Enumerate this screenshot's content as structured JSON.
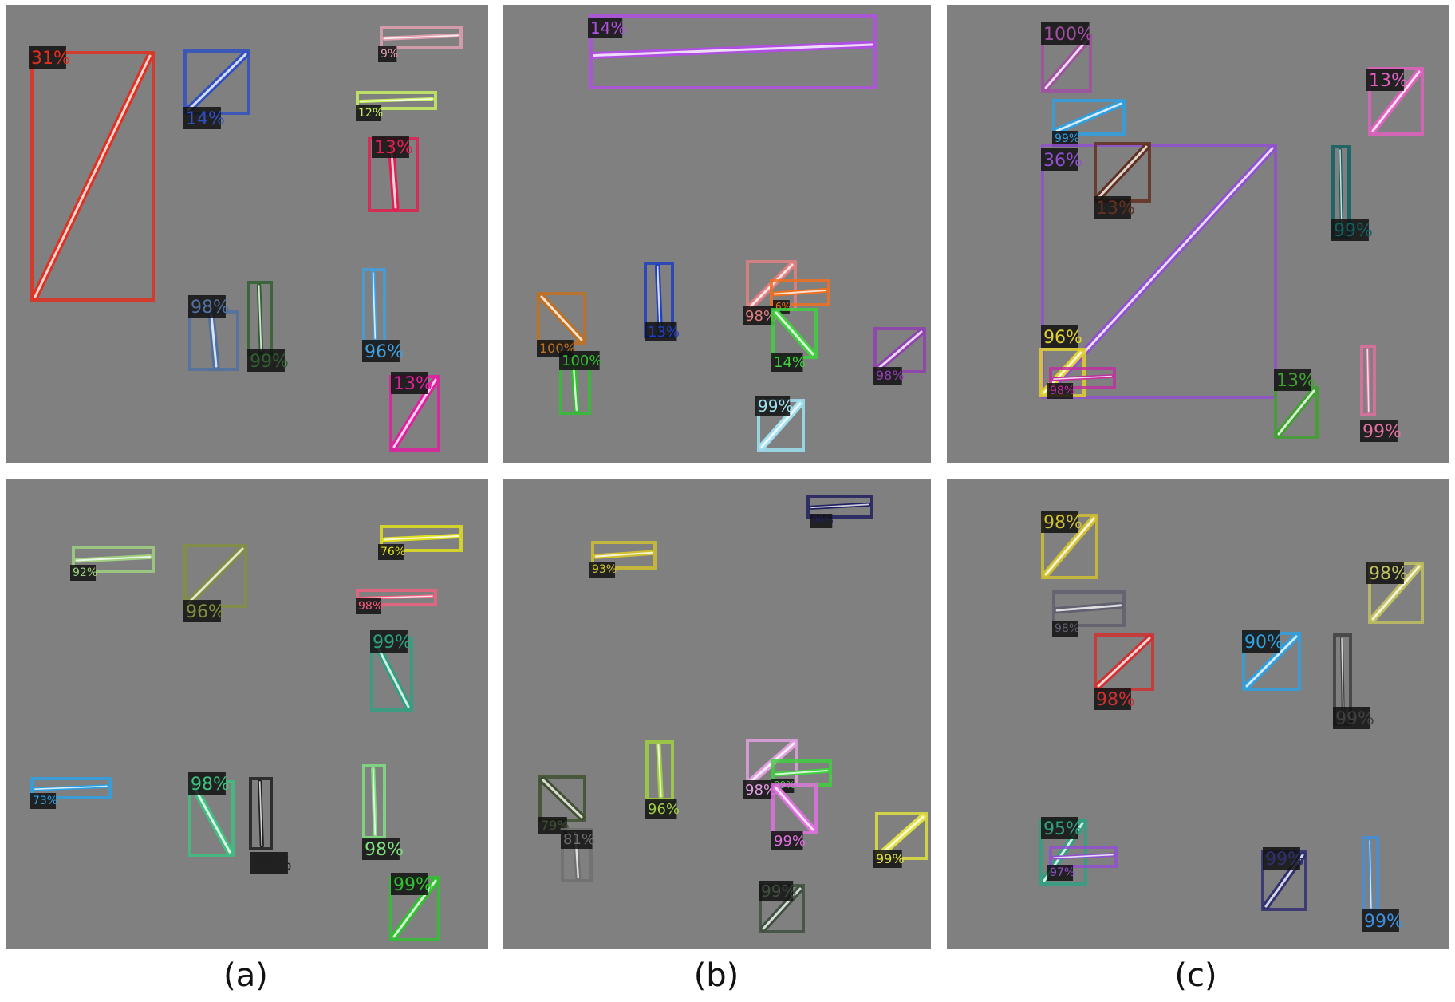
{
  "captions": [
    "(a)",
    "(b)",
    "(c)"
  ],
  "panels": [
    {
      "id": "a-top",
      "detections": [
        {
          "label": "31%",
          "color": "#e03020",
          "dir": "ne"
        },
        {
          "label": "14%",
          "color": "#3050c0",
          "dir": "ne"
        },
        {
          "label": "9%",
          "color": "#e0a0b0",
          "dir": "h"
        },
        {
          "label": "12%",
          "color": "#c8f060",
          "dir": "h"
        },
        {
          "label": "13%",
          "color": "#e02050",
          "dir": "v"
        },
        {
          "label": "98%",
          "color": "#5070a0",
          "dir": "v"
        },
        {
          "label": "99%",
          "color": "#306030",
          "dir": "v"
        },
        {
          "label": "96%",
          "color": "#40a0e0",
          "dir": "v"
        },
        {
          "label": "13%",
          "color": "#e020a0",
          "dir": "ne"
        }
      ]
    },
    {
      "id": "b-top",
      "detections": [
        {
          "label": "14%",
          "color": "#b050e0",
          "dir": "h"
        },
        {
          "label": "100%",
          "color": "#c07020",
          "dir": "nw"
        },
        {
          "label": "100%",
          "color": "#30c030",
          "dir": "v"
        },
        {
          "label": "13%",
          "color": "#2040c0",
          "dir": "v"
        },
        {
          "label": "98%",
          "color": "#e08080",
          "dir": "ne"
        },
        {
          "label": "6%",
          "color": "#f07020",
          "dir": "h"
        },
        {
          "label": "14%",
          "color": "#40d040",
          "dir": "nw"
        },
        {
          "label": "98%",
          "color": "#9040b0",
          "dir": "ne"
        },
        {
          "label": "99%",
          "color": "#a0e0f0",
          "dir": "ne"
        }
      ]
    },
    {
      "id": "c-top",
      "detections": [
        {
          "label": "100%",
          "color": "#a050a0",
          "dir": "ne"
        },
        {
          "label": "99%",
          "color": "#30a0e0",
          "dir": "ne"
        },
        {
          "label": "36%",
          "color": "#9050d0",
          "dir": "ne"
        },
        {
          "label": "13%",
          "color": "#603020",
          "dir": "ne"
        },
        {
          "label": "13%",
          "color": "#e060c0",
          "dir": "ne"
        },
        {
          "label": "99%",
          "color": "#106060",
          "dir": "v"
        },
        {
          "label": "96%",
          "color": "#e0d030",
          "dir": "ne"
        },
        {
          "label": "98%",
          "color": "#c030a0",
          "dir": "h"
        },
        {
          "label": "13%",
          "color": "#40a030",
          "dir": "ne"
        },
        {
          "label": "99%",
          "color": "#e070a0",
          "dir": "v"
        }
      ]
    },
    {
      "id": "a-bottom",
      "detections": [
        {
          "label": "92%",
          "color": "#a0d080",
          "dir": "h"
        },
        {
          "label": "96%",
          "color": "#809040",
          "dir": "ne"
        },
        {
          "label": "76%",
          "color": "#e0e020",
          "dir": "h"
        },
        {
          "label": "98%",
          "color": "#f06080",
          "dir": "h"
        },
        {
          "label": "99%",
          "color": "#30a080",
          "dir": "nw"
        },
        {
          "label": "73%",
          "color": "#30a0e0",
          "dir": "h"
        },
        {
          "label": "98%",
          "color": "#40c080",
          "dir": "nw"
        },
        {
          "label": "99%",
          "color": "#202020",
          "dir": "v"
        },
        {
          "label": "98%",
          "color": "#80e080",
          "dir": "v"
        },
        {
          "label": "99%",
          "color": "#30c030",
          "dir": "ne"
        }
      ]
    },
    {
      "id": "b-bottom",
      "detections": [
        {
          "label": "93%",
          "color": "#d0c030",
          "dir": "h"
        },
        {
          "label": "99%",
          "color": "#202060",
          "dir": "h"
        },
        {
          "label": "79%",
          "color": "#405030",
          "dir": "nw"
        },
        {
          "label": "81%",
          "color": "#707070",
          "dir": "v"
        },
        {
          "label": "96%",
          "color": "#a0d040",
          "dir": "v"
        },
        {
          "label": "98%",
          "color": "#e0a0e0",
          "dir": "ne"
        },
        {
          "label": "99%",
          "color": "#40d040",
          "dir": "h"
        },
        {
          "label": "99%",
          "color": "#e070e0",
          "dir": "nw"
        },
        {
          "label": "99%",
          "color": "#e0e040",
          "dir": "ne"
        },
        {
          "label": "99%",
          "color": "#405040",
          "dir": "ne"
        }
      ]
    },
    {
      "id": "c-bottom",
      "detections": [
        {
          "label": "98%",
          "color": "#d0c030",
          "dir": "ne"
        },
        {
          "label": "98%",
          "color": "#606070",
          "dir": "h"
        },
        {
          "label": "98%",
          "color": "#d03030",
          "dir": "ne"
        },
        {
          "label": "98%",
          "color": "#c0c060",
          "dir": "ne"
        },
        {
          "label": "90%",
          "color": "#30a0e0",
          "dir": "ne"
        },
        {
          "label": "99%",
          "color": "#404040",
          "dir": "v"
        },
        {
          "label": "95%",
          "color": "#30a080",
          "dir": "ne"
        },
        {
          "label": "97%",
          "color": "#9050d0",
          "dir": "h"
        },
        {
          "label": "99%",
          "color": "#303070",
          "dir": "ne"
        },
        {
          "label": "99%",
          "color": "#4090e0",
          "dir": "v"
        }
      ]
    }
  ]
}
